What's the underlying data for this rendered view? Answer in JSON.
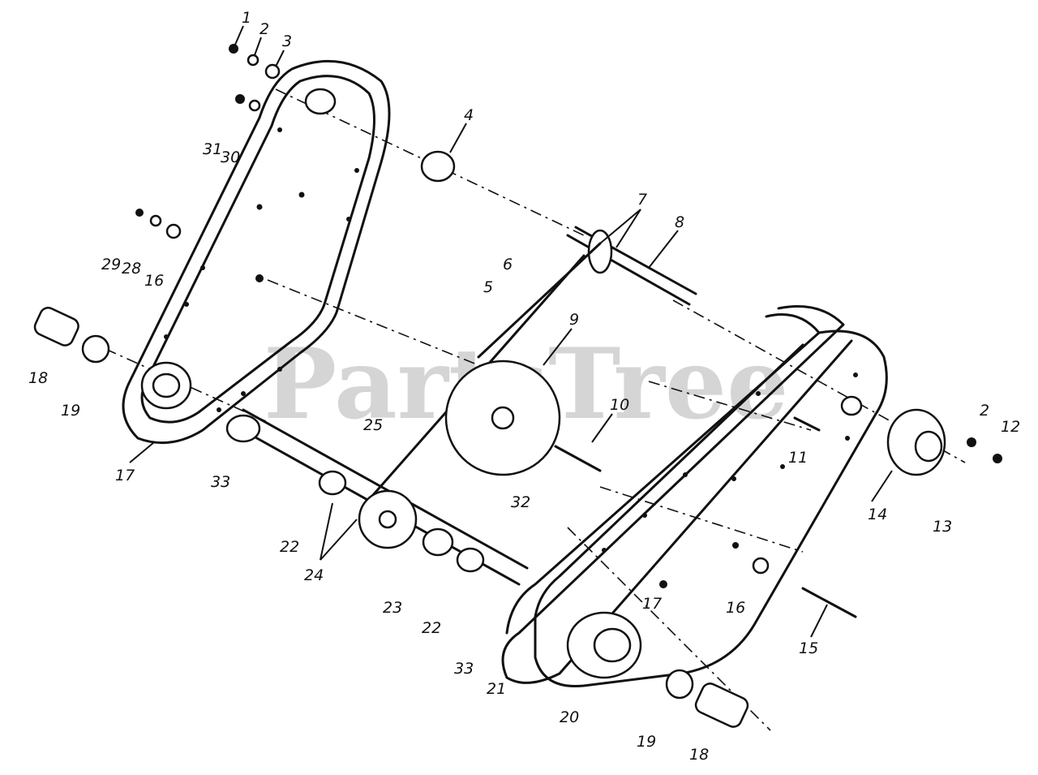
{
  "watermark": "PartsTree",
  "callouts": [
    {
      "id": "c1",
      "text": "1"
    },
    {
      "id": "c2a",
      "text": "2"
    },
    {
      "id": "c3",
      "text": "3"
    },
    {
      "id": "c4",
      "text": "4"
    },
    {
      "id": "c5",
      "text": "5"
    },
    {
      "id": "c6",
      "text": "6"
    },
    {
      "id": "c7",
      "text": "7"
    },
    {
      "id": "c8",
      "text": "8"
    },
    {
      "id": "c9",
      "text": "9"
    },
    {
      "id": "c10",
      "text": "10"
    },
    {
      "id": "c11",
      "text": "11"
    },
    {
      "id": "c12",
      "text": "12"
    },
    {
      "id": "c2b",
      "text": "2"
    },
    {
      "id": "c13",
      "text": "13"
    },
    {
      "id": "c14",
      "text": "14"
    },
    {
      "id": "c15",
      "text": "15"
    },
    {
      "id": "c16a",
      "text": "16"
    },
    {
      "id": "c16b",
      "text": "16"
    },
    {
      "id": "c17a",
      "text": "17"
    },
    {
      "id": "c17b",
      "text": "17"
    },
    {
      "id": "c18a",
      "text": "18"
    },
    {
      "id": "c18b",
      "text": "18"
    },
    {
      "id": "c19a",
      "text": "19"
    },
    {
      "id": "c19b",
      "text": "19"
    },
    {
      "id": "c20",
      "text": "20"
    },
    {
      "id": "c21",
      "text": "21"
    },
    {
      "id": "c22a",
      "text": "22"
    },
    {
      "id": "c22b",
      "text": "22"
    },
    {
      "id": "c23",
      "text": "23"
    },
    {
      "id": "c24",
      "text": "24"
    },
    {
      "id": "c25",
      "text": "25"
    },
    {
      "id": "c28",
      "text": "28"
    },
    {
      "id": "c29",
      "text": "29"
    },
    {
      "id": "c30",
      "text": "30"
    },
    {
      "id": "c31",
      "text": "31"
    },
    {
      "id": "c32",
      "text": "32"
    },
    {
      "id": "c33a",
      "text": "33"
    },
    {
      "id": "c33b",
      "text": "33"
    }
  ]
}
